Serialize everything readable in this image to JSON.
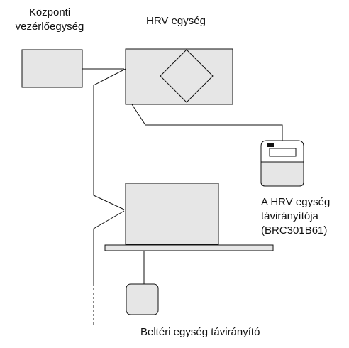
{
  "diagram": {
    "labels": {
      "central_controller_line1": "Központi",
      "central_controller_line2": "vezérlőegység",
      "hrv_unit": "HRV egység",
      "hrv_remote_line1": "A HRV egység",
      "hrv_remote_line2": "távirányítója",
      "hrv_remote_line3": "(BRC301B61)",
      "indoor_remote": "Beltéri egység távirányító"
    },
    "colors": {
      "box_fill": "#e6e6e6",
      "stroke": "#111111"
    }
  }
}
